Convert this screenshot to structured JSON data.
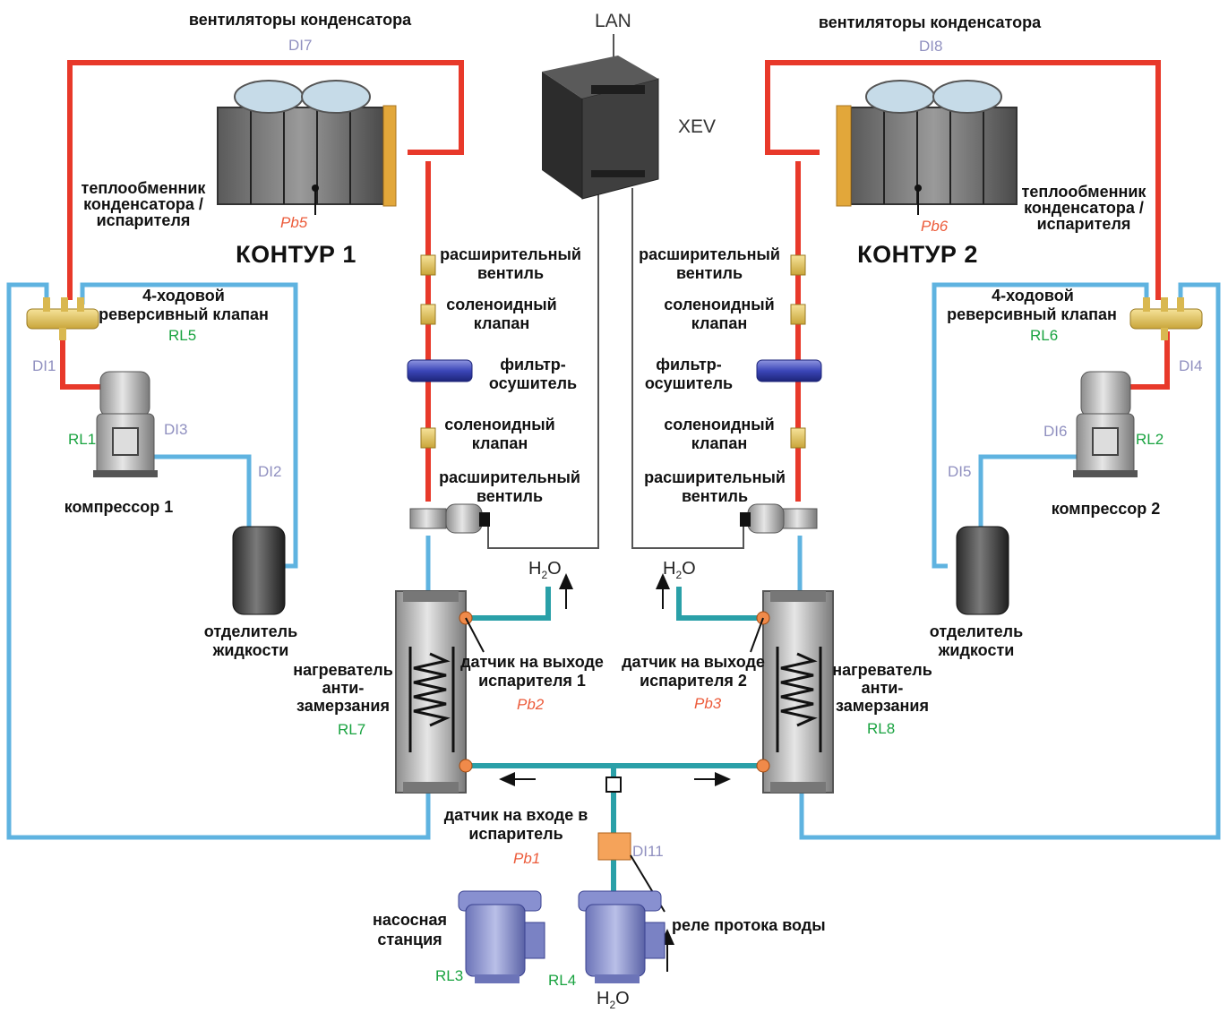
{
  "colors": {
    "hot_pipe": "#e8392a",
    "cold_pipe": "#5fb3e0",
    "water_pipe": "#2aa0a8",
    "di_text": "#9090c0",
    "rl_text": "#19a340",
    "pb_text": "#ec5b3a"
  },
  "left": {
    "fans_label": "вентиляторы конденсатора",
    "fans_di": "DI7",
    "exchanger_label_1": "теплообменник",
    "exchanger_label_2": "конденсатора /",
    "exchanger_label_3": "испарителя",
    "exchanger_probe": "Pb5",
    "circuit_title": "КОНТУР 1",
    "valve_label_1": "4-ходовой",
    "valve_label_2": "реверсивный клапан",
    "valve_relay": "RL5",
    "di1": "DI1",
    "compressor_relay": "RL1",
    "di3": "DI3",
    "di2": "DI2",
    "compressor_label": "компрессор 1",
    "separator_label_1": "отделитель",
    "separator_label_2": "жидкости",
    "heater_label_1": "нагреватель",
    "heater_label_2": "анти-",
    "heater_label_3": "замерзания",
    "heater_relay": "RL7",
    "exp_valve_top_1": "расширительный",
    "exp_valve_top_2": "вентиль",
    "solenoid_top_1": "соленоидный",
    "solenoid_top_2": "клапан",
    "filter_1": "фильтр-",
    "filter_2": "осушитель",
    "solenoid_bottom_1": "соленоидный",
    "solenoid_bottom_2": "клапан",
    "exp_valve_bottom_1": "расширительный",
    "exp_valve_bottom_2": "вентиль",
    "outlet_sensor_1": "датчик на выходе",
    "outlet_sensor_2": "испарителя 1",
    "outlet_probe": "Pb2"
  },
  "right": {
    "fans_label": "вентиляторы конденсатора",
    "fans_di": "DI8",
    "exchanger_label_1": "теплообменник",
    "exchanger_label_2": "конденсатора /",
    "exchanger_label_3": "испарителя",
    "exchanger_probe": "Pb6",
    "circuit_title": "КОНТУР 2",
    "valve_label_1": "4-ходовой",
    "valve_label_2": "реверсивный клапан",
    "valve_relay": "RL6",
    "di4": "DI4",
    "di6": "DI6",
    "compressor_relay": "RL2",
    "di5": "DI5",
    "compressor_label": "компрессор 2",
    "separator_label_1": "отделитель",
    "separator_label_2": "жидкости",
    "heater_label_1": "нагреватель",
    "heater_label_2": "анти-",
    "heater_label_3": "замерзания",
    "heater_relay": "RL8",
    "exp_valve_top_1": "расширительный",
    "exp_valve_top_2": "вентиль",
    "solenoid_top_1": "соленоидный",
    "solenoid_top_2": "клапан",
    "filter_1": "фильтр-",
    "filter_2": "осушитель",
    "solenoid_bottom_1": "соленоидный",
    "solenoid_bottom_2": "клапан",
    "exp_valve_bottom_1": "расширительный",
    "exp_valve_bottom_2": "вентиль",
    "outlet_sensor_1": "датчик на выходе",
    "outlet_sensor_2": "испарителя 2",
    "outlet_probe": "Pb3"
  },
  "controller": {
    "lan": "LAN",
    "name": "XEV"
  },
  "water": {
    "h2o_main": "H",
    "h2o_sub": "2",
    "h2o_tail": "O"
  },
  "bottom": {
    "inlet_sensor_1": "датчик на входе в",
    "inlet_sensor_2": "испаритель",
    "inlet_probe": "Pb1",
    "flow_di": "DI11",
    "flow_relay_label": "реле протока воды",
    "pump_station_1": "насосная",
    "pump_station_2": "станция",
    "pump1_relay": "RL3",
    "pump2_relay": "RL4"
  }
}
